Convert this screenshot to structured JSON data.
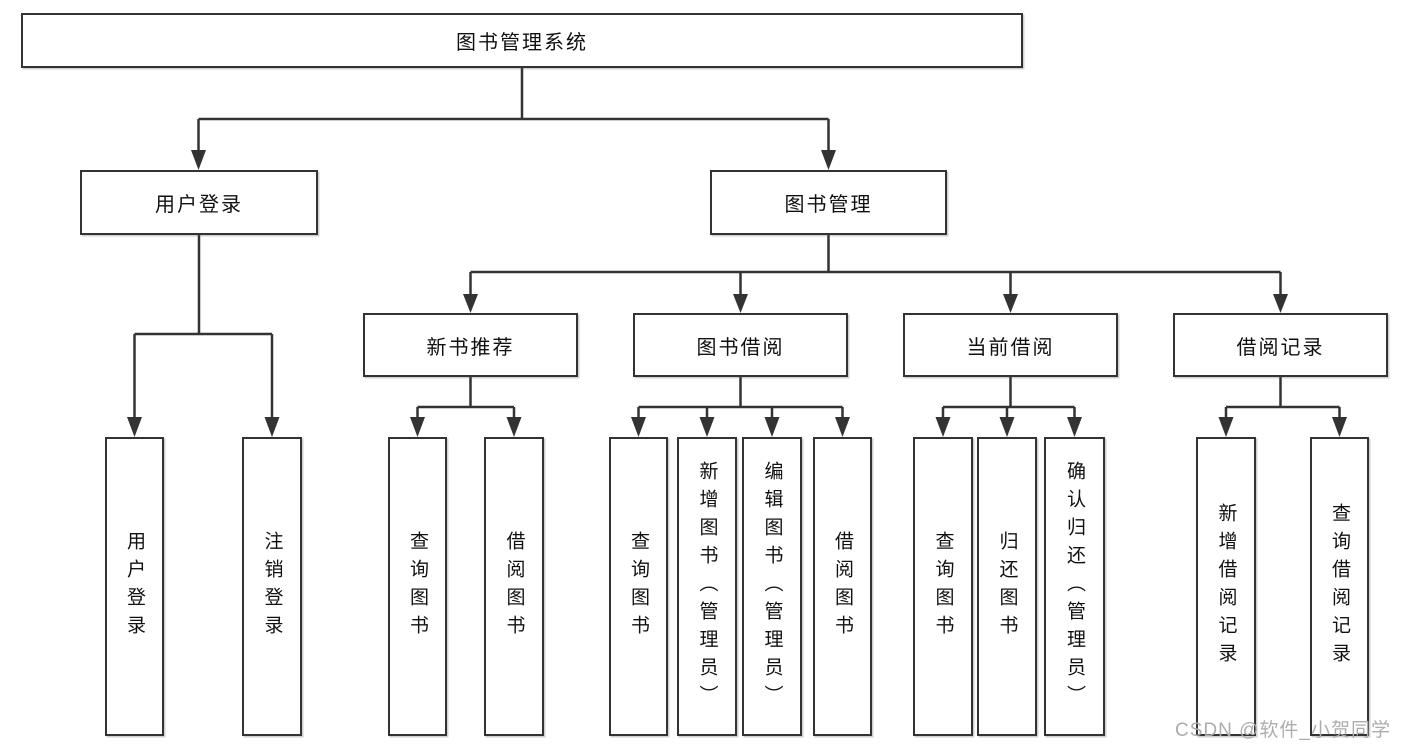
{
  "diagram": {
    "nodes": {
      "root": "图书管理系统",
      "user_login_group": "用户登录",
      "book_management": "图书管理",
      "new_book_recommend": "新书推荐",
      "book_borrowing": "图书借阅",
      "current_borrowing": "当前借阅",
      "borrowing_records": "借阅记录",
      "user_login": "用户登录",
      "logout": "注销登录",
      "query_books_nb": "查询图书",
      "borrow_books_nb": "借阅图书",
      "query_books_bb": "查询图书",
      "add_books_admin": "新增图书（管理员）",
      "edit_books_admin": "编辑图书（管理员）",
      "borrow_books_bb": "借阅图书",
      "query_books_cb": "查询图书",
      "return_books": "归还图书",
      "confirm_return_admin": "确认归还（管理员）",
      "add_borrow_record": "新增借阅记录",
      "query_borrow_record": "查询借阅记录"
    }
  },
  "watermark": {
    "text": "CSDN @软件_小贺同学"
  },
  "colors": {
    "line": "#333333",
    "node_text": "#111111",
    "watermark_text": "#adadad",
    "background": "#ffffff"
  }
}
